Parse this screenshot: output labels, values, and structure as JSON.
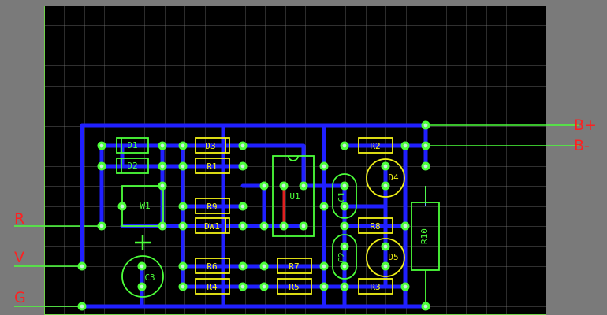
{
  "colors": {
    "background": "#7a7a7a",
    "board": "#000000",
    "grid": "#7e7e7e",
    "board_edge": "#6fd24a",
    "trace": "#2020ff",
    "silk_green": "#4cff3a",
    "silk_yellow": "#f3f317",
    "pad": "#9ad7c0",
    "ext_label": "#ff2020"
  },
  "external_terminals": {
    "b_plus": "B+",
    "b_minus": "B-",
    "r": "R",
    "v": "V",
    "g": "G"
  },
  "components": {
    "d1": "D1",
    "d2": "D2",
    "d3": "D3",
    "r1": "R1",
    "w1": "W1",
    "r9": "R9",
    "dw1": "DW1",
    "u1": "U1",
    "c1": "C1",
    "c2": "C2",
    "c3": "C3",
    "r2": "R2",
    "r3": "R3",
    "r4": "R4",
    "r5": "R5",
    "r6": "R6",
    "r7": "R7",
    "r8": "R8",
    "r10": "R10",
    "d4": "D4",
    "d5": "D5",
    "c3_polarity": "+"
  }
}
